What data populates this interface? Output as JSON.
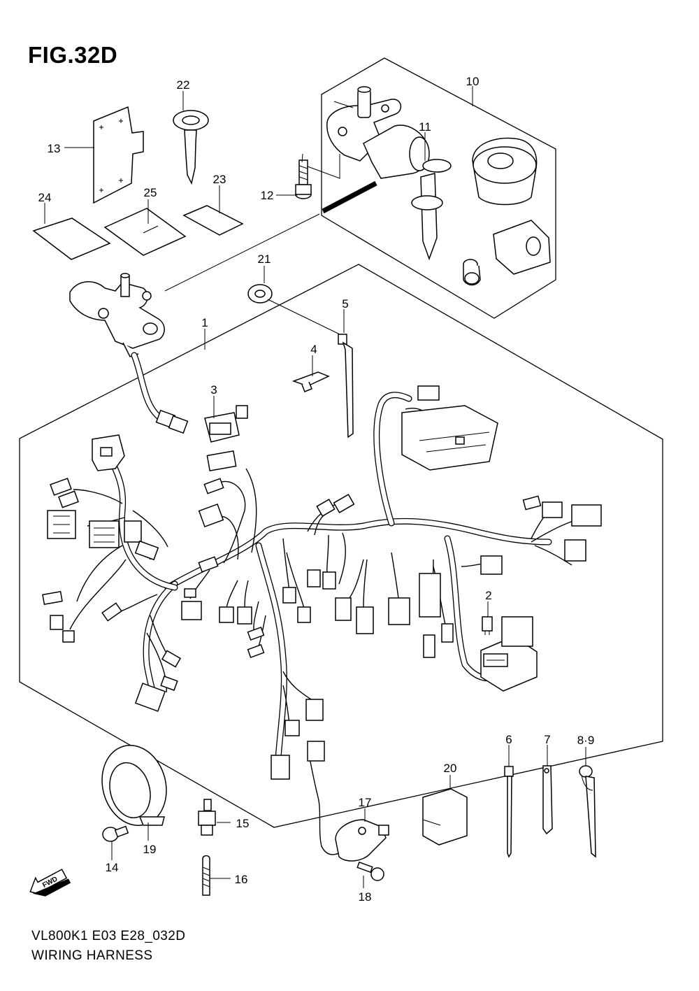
{
  "figure": {
    "title": "FIG.32D",
    "model_code": "VL800K1 E03 E28_032D",
    "diagram_title": "WIRING HARNESS",
    "direction_badge": "FWD"
  },
  "callouts": [
    "1",
    "2",
    "3",
    "4",
    "5",
    "6",
    "7",
    "8·9",
    "10",
    "11",
    "12",
    "13",
    "14",
    "15",
    "16",
    "17",
    "18",
    "19",
    "20",
    "21",
    "22",
    "23",
    "24",
    "25"
  ]
}
